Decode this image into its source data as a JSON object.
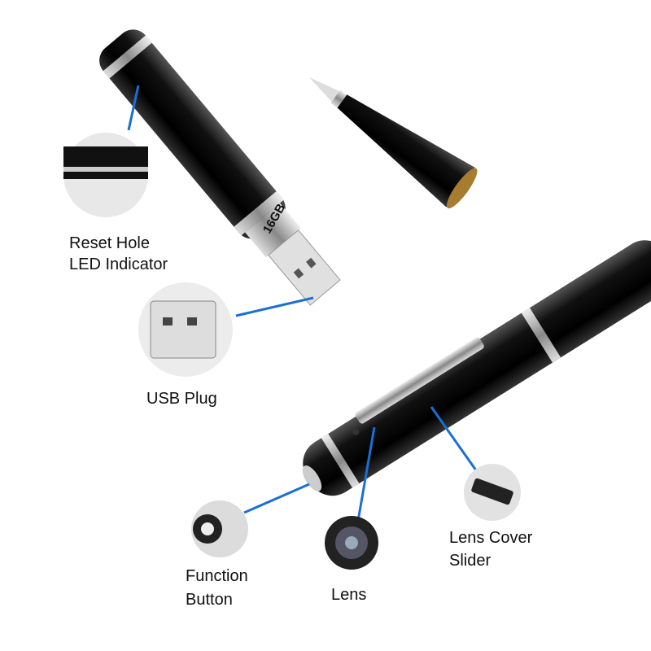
{
  "callouts": {
    "reset_hole": "Reset Hole",
    "led_indicator": "LED Indicator",
    "usb_plug": "USB Plug",
    "function_line1": "Function",
    "function_line2": "Button",
    "lens": "Lens",
    "lens_cover_line1": "Lens Cover",
    "lens_cover_line2": "Slider"
  },
  "pen_marking": "16GB",
  "colors": {
    "callout_line": "#1a6fd6",
    "pen_body": "#111111",
    "chrome": "#c8c8c8"
  }
}
